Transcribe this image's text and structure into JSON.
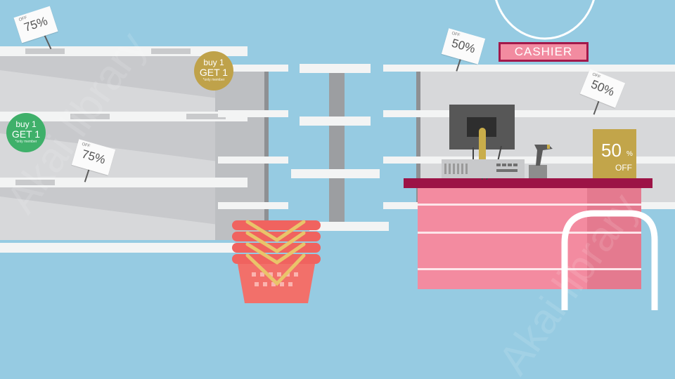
{
  "signs": {
    "cashier": "CASHIER"
  },
  "tags": [
    {
      "small": "OFF",
      "big": "75%"
    },
    {
      "small": "OFF",
      "big": "75%"
    },
    {
      "small": "OFF",
      "big": "50%"
    },
    {
      "small": "OFF",
      "big": "50%"
    }
  ],
  "badges": [
    {
      "line1": "buy 1",
      "line2": "GET 1",
      "line3": "*only member",
      "color": "#bfa24a"
    },
    {
      "line1": "buy 1",
      "line2": "GET 1",
      "line3": "*only member",
      "color": "#3fb06a"
    }
  ],
  "card": {
    "big": "50",
    "pct": "%",
    "off": "OFF"
  },
  "watermark": "Akai library",
  "colors": {
    "wall": "#96cbe2",
    "counter": "#f38ba0",
    "counter_top": "#9c1346",
    "basket": "#f2706a",
    "basket_handle": "#e9c46a"
  }
}
